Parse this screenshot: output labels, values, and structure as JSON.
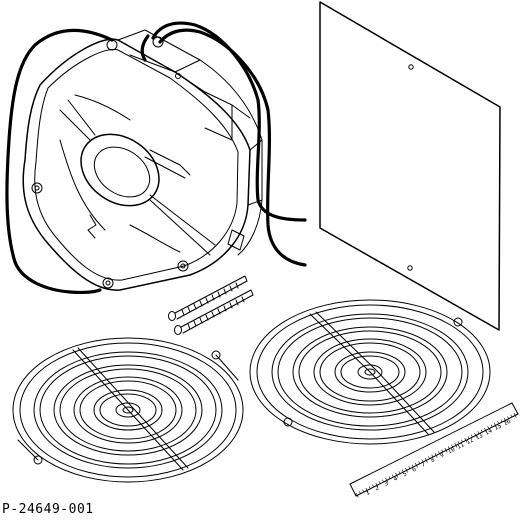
{
  "figure": {
    "caption": "P-24649-001",
    "parts": {
      "fan": "fan-assembly",
      "wires": "power-lead-wires",
      "panel": "mounting-panel",
      "screws": "mounting-screws",
      "guard_left": "finger-guard",
      "guard_right": "finger-guard",
      "ruler": "measurement-scale"
    },
    "ruler_labels": [
      "1",
      "2",
      "3",
      "4",
      "5",
      "6",
      "7",
      "8",
      "9",
      "10",
      "11",
      "12",
      "13",
      "14",
      "15",
      "16"
    ]
  }
}
